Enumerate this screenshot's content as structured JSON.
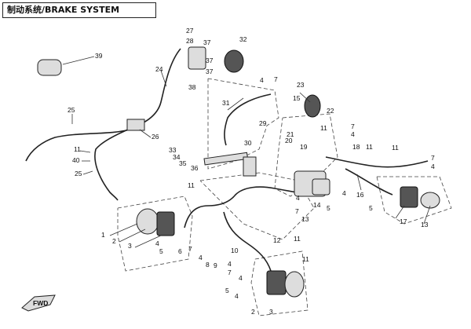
{
  "title": "制动系统/BRAKE SYSTEM",
  "fwd_label": "FWD",
  "callouts": [
    "1",
    "2",
    "3",
    "4",
    "5",
    "6",
    "7",
    "8",
    "9",
    "10",
    "11",
    "12",
    "13",
    "14",
    "15",
    "16",
    "17",
    "18",
    "19",
    "20",
    "21",
    "22",
    "23",
    "24",
    "25",
    "26",
    "27",
    "28",
    "29",
    "30",
    "31",
    "32",
    "33",
    "34",
    "35",
    "36",
    "37",
    "38",
    "39",
    "40"
  ]
}
